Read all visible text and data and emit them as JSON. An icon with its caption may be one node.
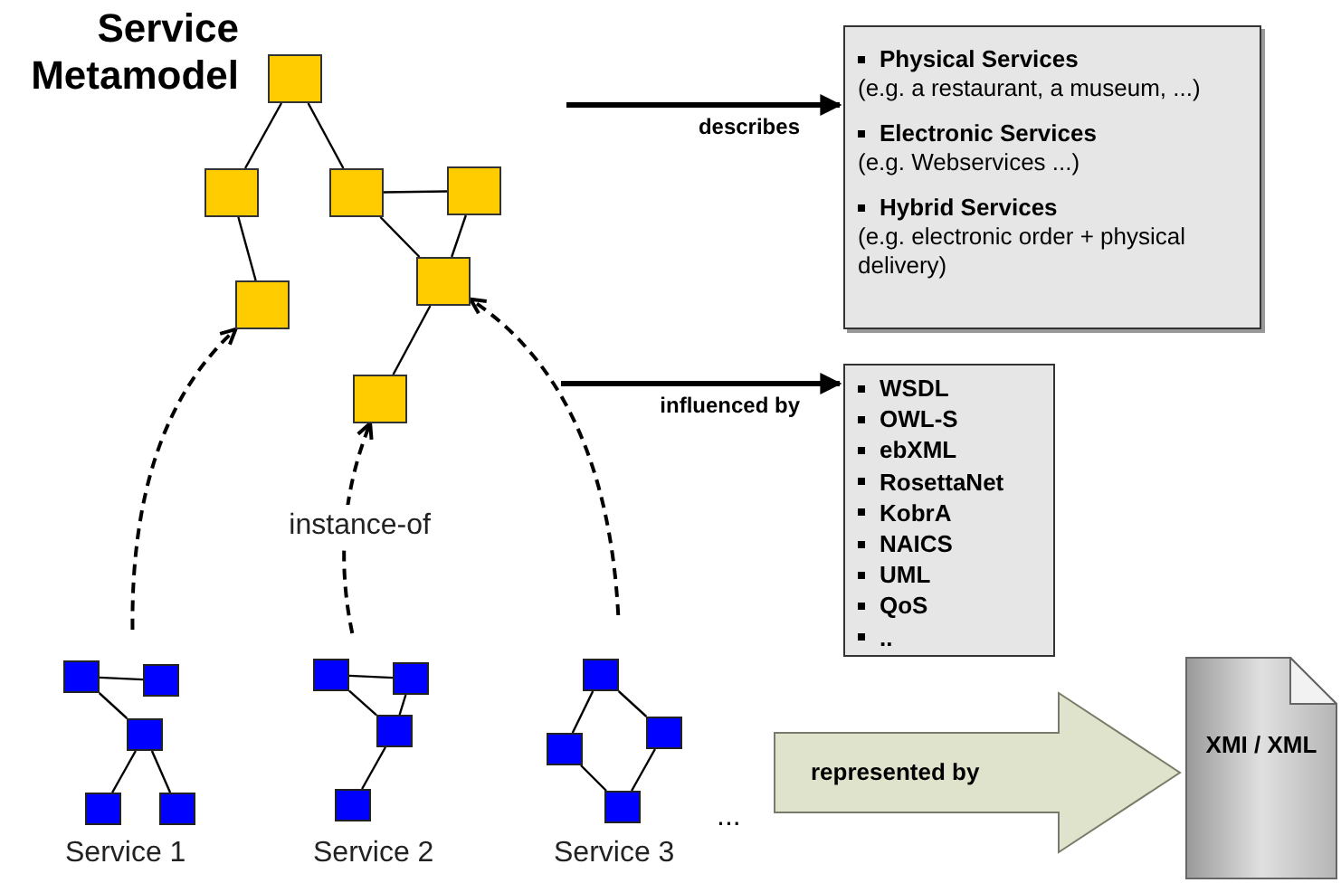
{
  "diagram": {
    "title": "Service Metamodel",
    "nodes": [
      {
        "text": [],
        "shape": "box"
      },
      {
        "text": [],
        "shape": "box"
      },
      {
        "text": [],
        "shape": "box"
      },
      {
        "text": [],
        "shape": "box"
      },
      {
        "text": [],
        "shape": "box"
      },
      {
        "text": [],
        "shape": "box"
      },
      {
        "text": [],
        "shape": "box"
      },
      {
        "text": [
          "Physical Services",
          "(e.g. a restaurant, a museum, ...)",
          "Electronic Services",
          "(e.g. Webservices ...)",
          "Hybrid Services",
          "(e.g. electronic order + physical delivery)"
        ]
      },
      {
        "text": [
          "WSDL",
          "OWL-S",
          "ebXML",
          "RosettaNet",
          "KobrA",
          "NAICS",
          "UML",
          "QoS",
          ".."
        ]
      },
      {
        "text": [
          "Service 1"
        ]
      },
      {
        "text": [],
        "shape": "box",
        "in": 9
      },
      {
        "text": [],
        "shape": "box",
        "in": 9
      },
      {
        "text": [],
        "shape": "box",
        "in": 9
      },
      {
        "text": [],
        "shape": "box",
        "in": 9
      },
      {
        "text": [],
        "shape": "box",
        "in": 9
      },
      {
        "text": [
          "Service 2"
        ]
      },
      {
        "text": [],
        "shape": "box",
        "in": 15
      },
      {
        "text": [],
        "shape": "box",
        "in": 15
      },
      {
        "text": [],
        "shape": "box",
        "in": 15
      },
      {
        "text": [],
        "shape": "box",
        "in": 15
      },
      {
        "text": [
          "Service 3"
        ]
      },
      {
        "text": [],
        "shape": "box",
        "in": 20
      },
      {
        "text": [],
        "shape": "box",
        "in": 20
      },
      {
        "text": [],
        "shape": "box",
        "in": 20
      },
      {
        "text": [],
        "shape": "box",
        "in": 20
      },
      {
        "text": [
          "XMI / XML"
        ]
      }
    ],
    "edges": [
      {
        "from": 0,
        "to": 1,
        "arrow": "none"
      },
      {
        "from": 0,
        "to": 2,
        "arrow": "none"
      },
      {
        "from": 2,
        "to": 3,
        "arrow": "none"
      },
      {
        "from": 1,
        "to": 4,
        "arrow": "none"
      },
      {
        "from": 2,
        "to": 5,
        "arrow": "none"
      },
      {
        "from": 3,
        "to": 5,
        "arrow": "none"
      },
      {
        "from": 5,
        "to": 6,
        "arrow": "none"
      },
      {
        "from": 10,
        "to": 11,
        "arrow": "none"
      },
      {
        "from": 10,
        "to": 12,
        "arrow": "none"
      },
      {
        "from": 12,
        "to": 13,
        "arrow": "none"
      },
      {
        "from": 12,
        "to": 14,
        "arrow": "none"
      },
      {
        "from": 16,
        "to": 17,
        "arrow": "none"
      },
      {
        "from": 16,
        "to": 18,
        "arrow": "none"
      },
      {
        "from": 17,
        "to": 18,
        "arrow": "none"
      },
      {
        "from": 18,
        "to": 19,
        "arrow": "none"
      },
      {
        "from": 21,
        "to": 22,
        "arrow": "none"
      },
      {
        "from": 21,
        "to": 23,
        "arrow": "none"
      },
      {
        "from": 22,
        "to": 24,
        "arrow": "none"
      },
      {
        "from": 23,
        "to": 24,
        "arrow": "none"
      },
      {
        "from": 9,
        "to": 4,
        "arrow": "to",
        "style": "dashed"
      },
      {
        "from": 15,
        "to": 6,
        "arrow": "to",
        "style": "dashed",
        "label": "instance-of"
      },
      {
        "from": 20,
        "to": 5,
        "arrow": "to",
        "style": "dashed"
      },
      {
        "from": null,
        "to": 7,
        "arrow": "to",
        "style": "thick",
        "label": "describes"
      },
      {
        "from": null,
        "to": 8,
        "arrow": "to",
        "style": "thick",
        "label": "influenced by"
      },
      {
        "from": null,
        "to": 25,
        "arrow": "to",
        "style": "thick",
        "label": "represented by"
      }
    ],
    "labels": [
      "..."
    ]
  }
}
